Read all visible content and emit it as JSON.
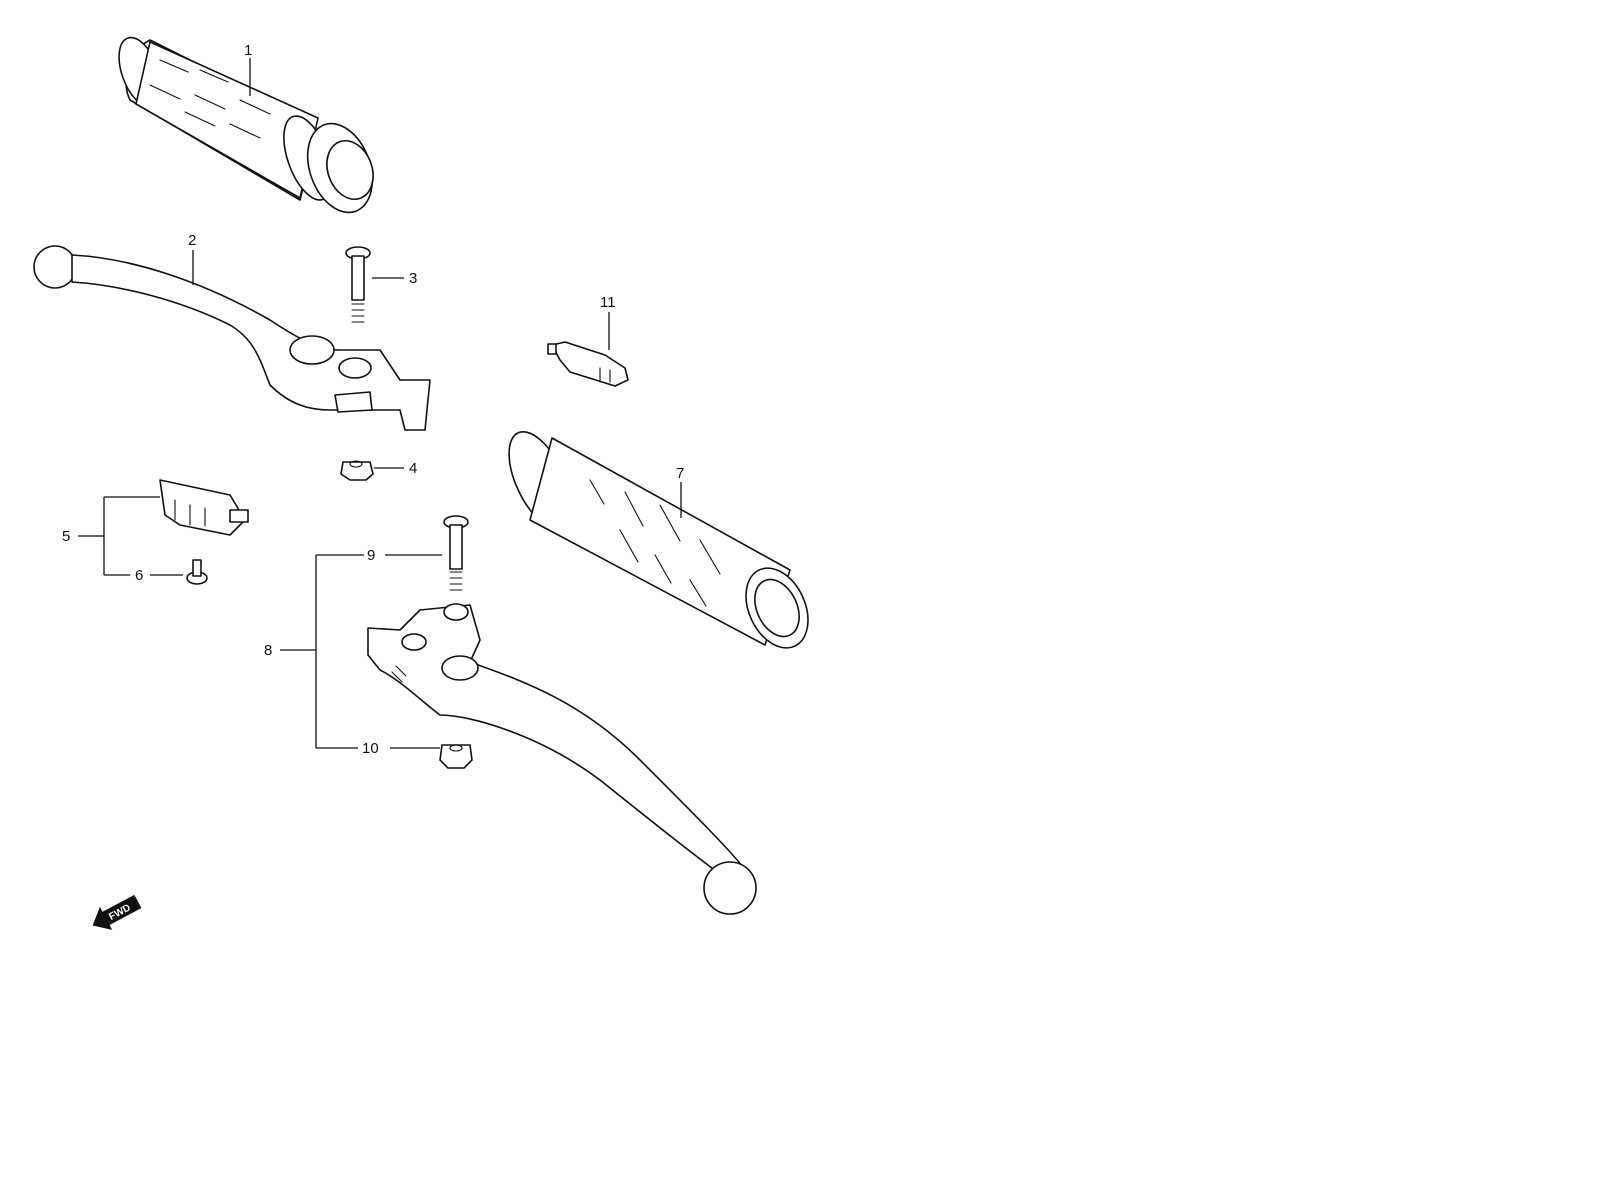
{
  "diagram": {
    "parts": [
      {
        "number": "1"
      },
      {
        "number": "2"
      },
      {
        "number": "3"
      },
      {
        "number": "4"
      },
      {
        "number": "5"
      },
      {
        "number": "6"
      },
      {
        "number": "7"
      },
      {
        "number": "8"
      },
      {
        "number": "9"
      },
      {
        "number": "10"
      },
      {
        "number": "11"
      }
    ],
    "direction_badge": "FWD"
  }
}
